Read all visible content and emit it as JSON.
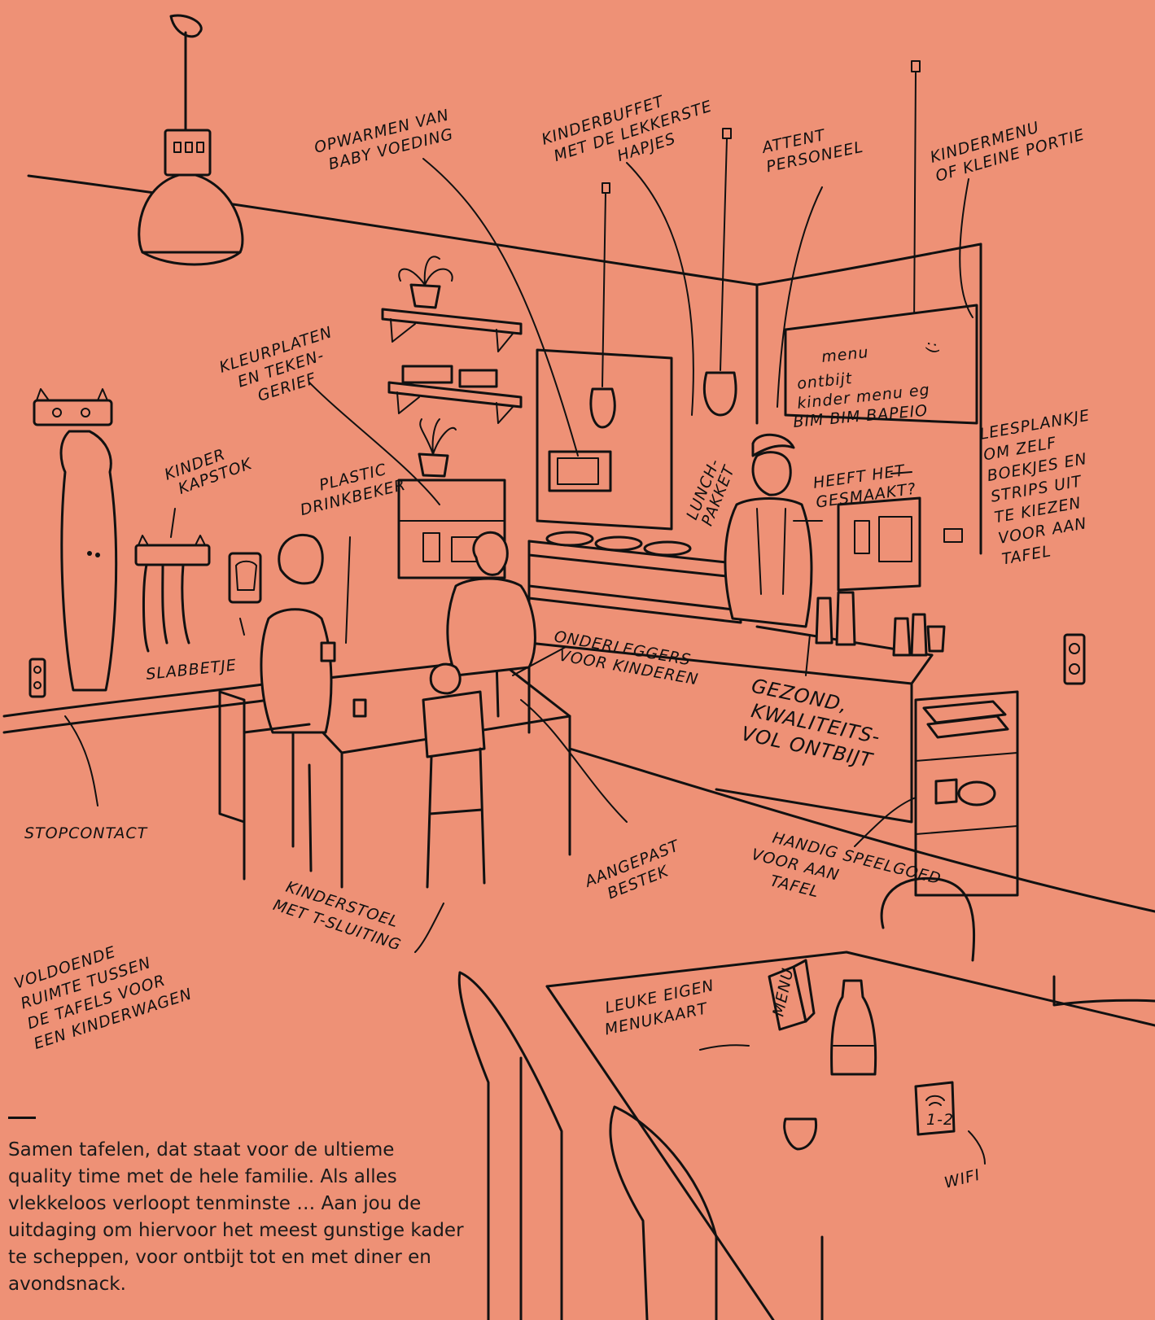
{
  "labels": {
    "opwarmen": [
      "OPWARMEN VAN",
      "BABY VOEDING"
    ],
    "kinderbuffet": [
      "KINDERBUFFET",
      "MET DE LEKKERSTE",
      "HAPJES"
    ],
    "personeel": [
      "ATTENT",
      "PERSONEEL"
    ],
    "kindermenu": [
      "KINDERMENU",
      "OF KLEINE PORTIE"
    ],
    "kleurplaten": [
      "KLEURPLATEN",
      "EN TEKEN-",
      "GERIEF"
    ],
    "kapstok": [
      "KINDER",
      "KAPSTOK"
    ],
    "drinkbeker": [
      "PLASTIC",
      "DRINKBEKER"
    ],
    "lunchpakket": [
      "LUNCH-",
      "PAKKET"
    ],
    "gesmaakt": [
      "HEEFT HET",
      "GESMAAKT?"
    ],
    "leesplankje": [
      "LEESPLANKJE",
      "OM ZELF",
      "BOEKJES EN",
      "STRIPS UIT",
      "TE KIEZEN",
      "VOOR AAN",
      "TAFEL"
    ],
    "slabbetje": "SLABBETJE",
    "onderleggers": [
      "ONDERLEGGERS",
      "VOOR KINDEREN"
    ],
    "ontbijt": [
      "GEZOND,",
      "KWALITEITS-",
      "VOL ONTBIJT"
    ],
    "stopcontact": "STOPCONTACT",
    "bestek": [
      "AANGEPAST",
      "BESTEK"
    ],
    "speelgoed": [
      "HANDIG SPEELGOED",
      "VOOR AAN",
      "TAFEL"
    ],
    "kinderstoel": [
      "KINDERSTOEL",
      "MET T-SLUITING"
    ],
    "ruimte": [
      "VOLDOENDE",
      "RUIMTE TUSSEN",
      "DE TAFELS VOOR",
      "EEN KINDERWAGEN"
    ],
    "menukaart": [
      "LEUKE EIGEN",
      "MENUKAART"
    ],
    "wifi": "WIFI"
  },
  "chalkboard": {
    "lines": [
      "menu",
      "ontbijt",
      "kinder menu eg",
      "BIM BIM BAPEIO"
    ],
    "smiley": ":)"
  },
  "menu_card_text": "MENU",
  "wifi_sign_text": "1-2",
  "intro": {
    "text": "Samen tafelen, dat staat voor de ultieme quality time met de hele familie. Als alles vlekkeloos verloopt tenminste … Aan jou de uitdaging om hiervoor het meest gunstige kader te scheppen, voor ontbijt tot en met diner en avondsnack."
  },
  "colors": {
    "background": "#ee9176",
    "ink": "#111111"
  }
}
